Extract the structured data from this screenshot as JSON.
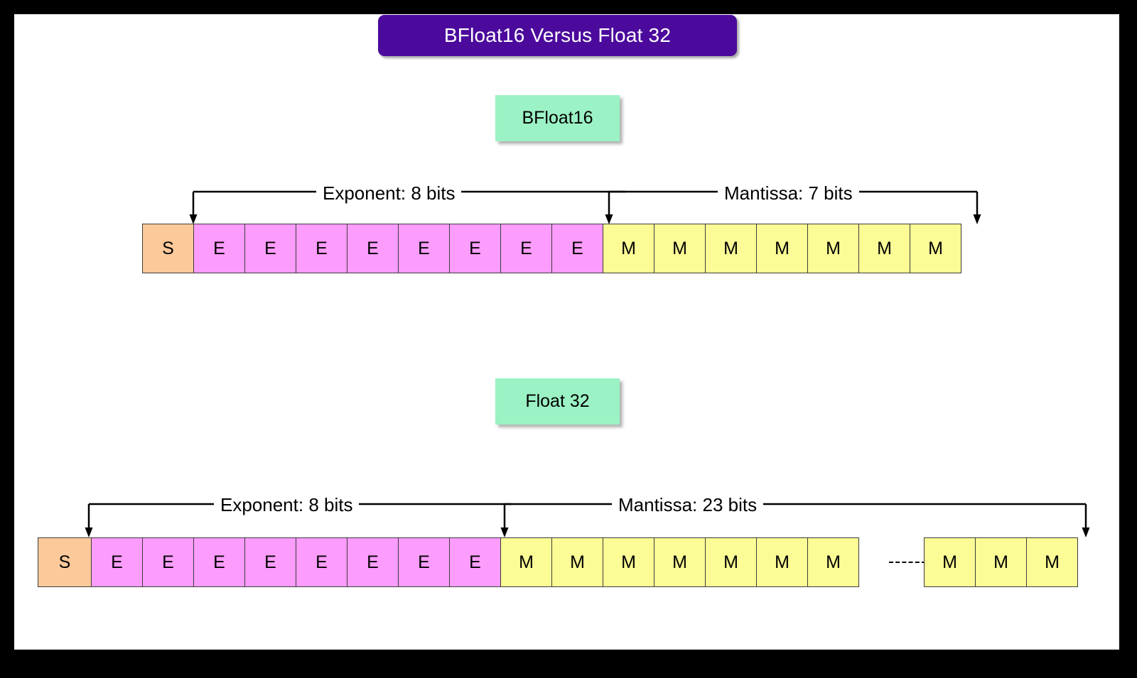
{
  "title": {
    "text": "BFloat16 Versus Float 32",
    "color": "#4B0A9C",
    "text_color": "#ffffff"
  },
  "colors": {
    "sign": "#FCC99B",
    "exponent": "#FC9CFC",
    "mantissa": "#FCFC96",
    "format_label_bg": "#9BF2C4",
    "border": "#000000",
    "page_bg": "#ffffff"
  },
  "formats": [
    {
      "name": "bfloat16",
      "label": "BFloat16",
      "sign_bits": 1,
      "exponent_bits": 8,
      "mantissa_bits": 7,
      "sign_glyph": "S",
      "exponent_glyph": "E",
      "mantissa_glyph": "M",
      "exponent_annotation": "Exponent: 8 bits",
      "mantissa_annotation": "Mantissa: 7 bits",
      "cells": [
        "S",
        "E",
        "E",
        "E",
        "E",
        "E",
        "E",
        "E",
        "E",
        "M",
        "M",
        "M",
        "M",
        "M",
        "M",
        "M"
      ],
      "has_ellipsis": false
    },
    {
      "name": "float32",
      "label": "Float 32",
      "sign_bits": 1,
      "exponent_bits": 8,
      "mantissa_bits": 23,
      "sign_glyph": "S",
      "exponent_glyph": "E",
      "mantissa_glyph": "M",
      "exponent_annotation": "Exponent: 8 bits",
      "mantissa_annotation": "Mantissa: 23 bits",
      "cells_left": [
        "S",
        "E",
        "E",
        "E",
        "E",
        "E",
        "E",
        "E",
        "E",
        "M",
        "M",
        "M",
        "M",
        "M",
        "M",
        "M"
      ],
      "cells_right": [
        "M",
        "M",
        "M"
      ],
      "has_ellipsis": true,
      "ellipsis_style": "dashed-line"
    }
  ]
}
